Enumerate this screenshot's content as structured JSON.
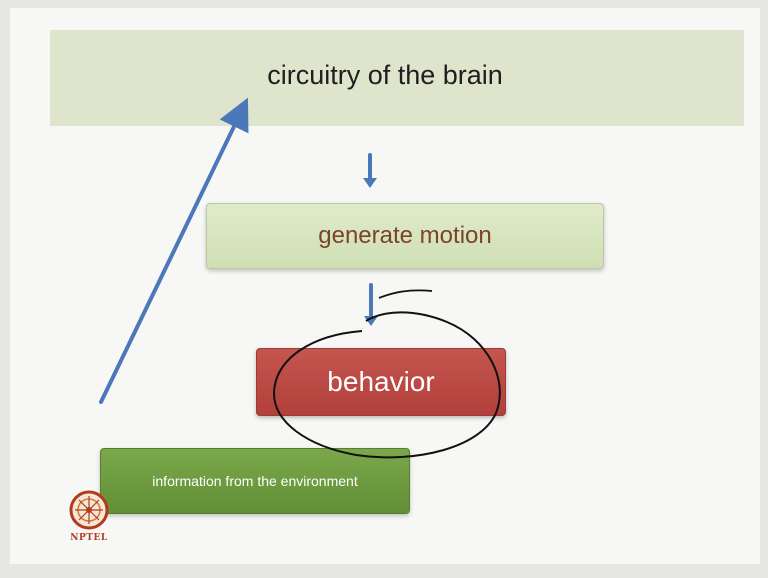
{
  "diagram": {
    "top_label": "circuitry of the brain",
    "middle_label": "generate motion",
    "behavior_label": "behavior",
    "input_label": "information from the environment"
  },
  "logo": {
    "text": "NPTEL"
  },
  "colors": {
    "top_band": "#dfe4cd",
    "motion_box": "#d8e6bf",
    "behavior_box": "#b84a44",
    "environment_box": "#6e9b3f",
    "arrow": "#4b78b8",
    "annotation": "#111111"
  }
}
